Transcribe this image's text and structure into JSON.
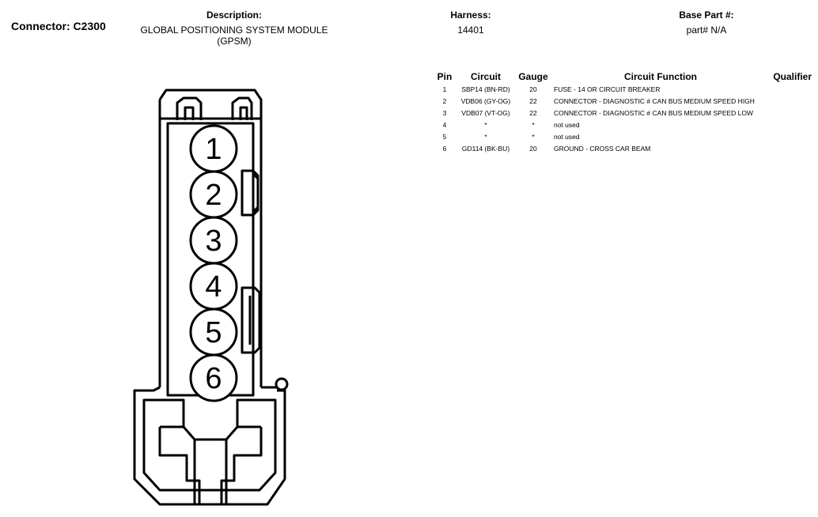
{
  "connector": {
    "title": "Connector: C2300"
  },
  "description": {
    "label": "Description:",
    "line1": "GLOBAL POSITIONING SYSTEM MODULE",
    "line2": "(GPSM)"
  },
  "harness": {
    "label": "Harness:",
    "value": "14401"
  },
  "base_part": {
    "label": "Base Part #:",
    "value": "part# N/A"
  },
  "table": {
    "headers": {
      "pin": "Pin",
      "circuit": "Circuit",
      "gauge": "Gauge",
      "function": "Circuit Function",
      "qualifier": "Qualifier"
    },
    "rows": [
      {
        "pin": "1",
        "circuit": "SBP14 (BN-RD)",
        "gauge": "20",
        "function": "FUSE - 14 OR CIRCUIT BREAKER",
        "qualifier": ""
      },
      {
        "pin": "2",
        "circuit": "VDB06 (GY-OG)",
        "gauge": "22",
        "function": "CONNECTOR - DIAGNOSTIC # CAN BUS MEDIUM SPEED HIGH",
        "qualifier": ""
      },
      {
        "pin": "3",
        "circuit": "VDB07 (VT-OG)",
        "gauge": "22",
        "function": "CONNECTOR - DIAGNOSTIC # CAN BUS MEDIUM SPEED LOW",
        "qualifier": ""
      },
      {
        "pin": "4",
        "circuit": "*",
        "gauge": "*",
        "function": "not used",
        "qualifier": ""
      },
      {
        "pin": "5",
        "circuit": "*",
        "gauge": "*",
        "function": "not used",
        "qualifier": ""
      },
      {
        "pin": "6",
        "circuit": "GD114 (BK-BU)",
        "gauge": "20",
        "function": "GROUND - CROSS CAR BEAM",
        "qualifier": ""
      }
    ]
  },
  "diagram": {
    "pin_labels": [
      "1",
      "2",
      "3",
      "4",
      "5",
      "6"
    ]
  }
}
